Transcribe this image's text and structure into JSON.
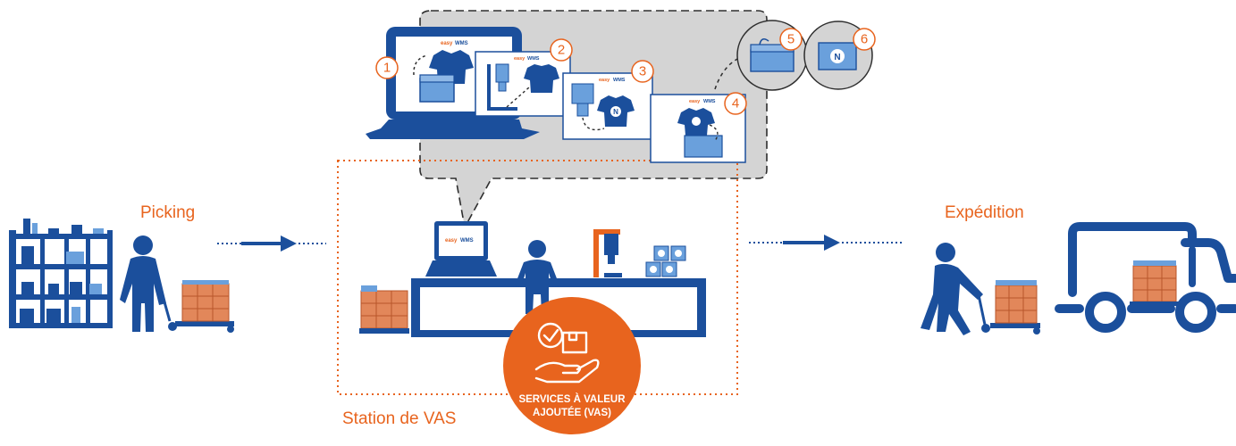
{
  "labels": {
    "picking": "Picking",
    "station": "Station de VAS",
    "expedition": "Expédition"
  },
  "badge": {
    "line1": "SERVICES À VALEUR",
    "line2": "AJOUTÉE (VAS)"
  },
  "screen_brand": {
    "left": "easy",
    "right": "WMS"
  },
  "steps": [
    "1",
    "2",
    "3",
    "4",
    "5",
    "6"
  ],
  "colors": {
    "navy": "#1b4f9c",
    "light_blue": "#6aa0dc",
    "orange": "#e8641e",
    "box_orange": "#e2875a",
    "bubble_grey": "#d4d4d4"
  },
  "icons": [
    "shelving-icon",
    "worker-icon",
    "pallet-jack-icon",
    "laptop-icon",
    "tshirt-icon",
    "box-icon",
    "label-printer-icon",
    "truck-icon",
    "checkmark-box-hand-icon",
    "arrow-icon"
  ]
}
